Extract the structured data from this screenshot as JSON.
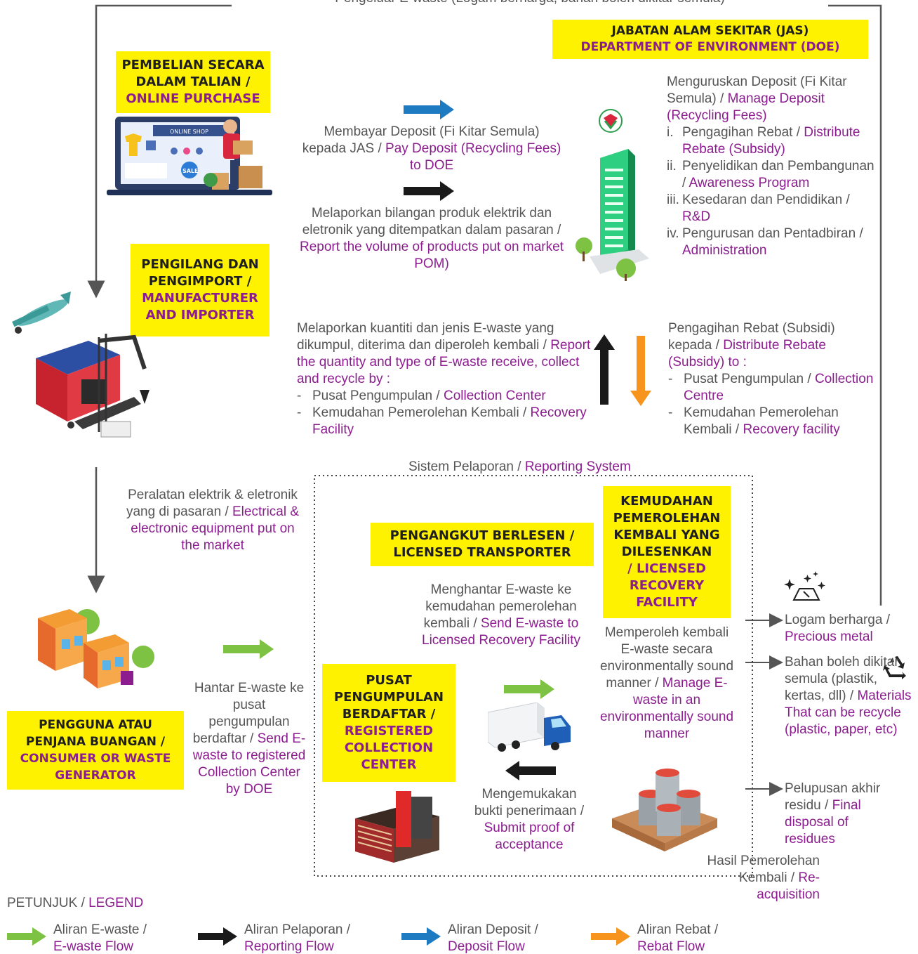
{
  "colors": {
    "yellow": "#fff200",
    "purple": "#8b1d8f",
    "green": "#7dc242",
    "black": "#1a1a1a",
    "blue": "#1f7bc1",
    "orange": "#f7941d",
    "gray_line": "#555555"
  },
  "top_caption": "Pengeluar E-waste (Logam berharga, bahan boleh dikitar semula)",
  "doe": {
    "title_ms": "JABATAN ALAM SEKITAR (JAS)",
    "title_en": "DEPARTMENT OF ENVIRONMENT (DOE)",
    "manage_ms": "Menguruskan Deposit (Fi Kitar Semula) /",
    "manage_en": "Manage Deposit (Recycling Fees)",
    "items": [
      {
        "num": "i.",
        "ms": "Pengagihan Rebat /",
        "en": "Distribute Rebate (Subsidy)"
      },
      {
        "num": "ii.",
        "ms": "Penyelidikan dan Pembangunan /",
        "en": "Awareness Program"
      },
      {
        "num": "iii.",
        "ms": "Kesedaran dan Pendidikan /",
        "en": "R&D"
      },
      {
        "num": "iv.",
        "ms": "Pengurusan dan Pentadbiran /",
        "en": "Administration"
      }
    ],
    "icon": "doe-logo-icon"
  },
  "online": {
    "title_ms": "PEMBELIAN SECARA DALAM TALIAN /",
    "title_en": "ONLINE PURCHASE",
    "shop_label": "ONLINE SHOP",
    "sale_label": "SALE"
  },
  "pay_deposit": {
    "ms": "Membayar Deposit (Fi Kitar Semula) kepada JAS /",
    "en": "Pay Deposit (Recycling Fees) to DOE"
  },
  "report_pom": {
    "ms": "Melaporkan bilangan produk elektrik dan eletronik yang ditempatkan dalam pasaran /",
    "en": "Report the volume of products put on market POM)"
  },
  "manufacturer": {
    "title_ms": "PENGILANG DAN PENGIMPORT /",
    "title_en": "MANUFACTURER AND IMPORTER"
  },
  "report_ewaste": {
    "ms": "Melaporkan kuantiti dan jenis E-waste yang dikumpul, diterima dan diperoleh kembali /",
    "en": "Report the quantity and type of E-waste receive, collect and recycle by :",
    "items": [
      {
        "ms": "Pusat Pengumpulan /",
        "en": "Collection Center"
      },
      {
        "ms": "Kemudahan Pemerolehan Kembali /",
        "en": "Recovery Facility"
      }
    ]
  },
  "rebate": {
    "ms": "Pengagihan Rebat (Subsidi) kepada /",
    "en": "Distribute Rebate (Subsidy) to :",
    "items": [
      {
        "ms": "Pusat Pengumpulan /",
        "en": "Collection Centre"
      },
      {
        "ms": "Kemudahan Pemerolehan Kembali /",
        "en": "Recovery facility"
      }
    ]
  },
  "reporting_system": {
    "ms": "Sistem Pelaporan /",
    "en": "Reporting System"
  },
  "equipment": {
    "ms": "Peralatan elektrik & eletronik yang di pasaran /",
    "en": "Electrical & electronic equipment put on the market"
  },
  "transporter": {
    "title_ms": "PENGANGKUT BERLESEN /",
    "title_en": "LICENSED TRANSPORTER"
  },
  "recovery": {
    "title_ms": "KEMUDAHAN PEMEROLEHAN KEMBALI YANG DILESENKAN",
    "title_en": "/ LICENSED RECOVERY FACILITY"
  },
  "send_recovery": {
    "ms": "Menghantar E-waste ke kemudahan pemerolehan kembali /",
    "en": "Send E-waste to Licensed Recovery Facility"
  },
  "manage_env": {
    "ms": "Memperoleh kembali E-waste secara environmentally sound manner /",
    "en": "Manage E-waste in an environmentally sound manner"
  },
  "consumer": {
    "title_ms": "PENGGUNA ATAU PENJANA BUANGAN /",
    "title_en": "CONSUMER OR WASTE GENERATOR"
  },
  "send_collection": {
    "ms": "Hantar E-waste ke pusat pengumpulan berdaftar /",
    "en": "Send E-waste to registered Collection Center by DOE"
  },
  "collection": {
    "title_ms": "PUSAT PENGUMPULAN BERDAFTAR /",
    "title_en": "REGISTERED COLLECTION CENTER"
  },
  "proof": {
    "ms": "Mengemukakan bukti penerimaan /",
    "en": "Submit proof of acceptance"
  },
  "outputs": {
    "precious": {
      "ms": "Logam berharga /",
      "en": "Precious metal"
    },
    "recyclable": {
      "ms": "Bahan boleh dikitar semula (plastik, kertas, dll) /",
      "en": "Materials That can be recycle (plastic, paper, etc)"
    },
    "disposal": {
      "ms": "Pelupusan akhir residu /",
      "en": "Final disposal of residues"
    }
  },
  "reacquisition": {
    "ms": "Hasil Pemerolehan Kembali /",
    "en": "Re-acquisition"
  },
  "legend": {
    "title_ms": "PETUNJUK /",
    "title_en": "LEGEND",
    "items": [
      {
        "ms": "Aliran E-waste /",
        "en": "E-waste Flow",
        "color": "#7dc242"
      },
      {
        "ms": "Aliran Pelaporan /",
        "en": "Reporting Flow",
        "color": "#1a1a1a"
      },
      {
        "ms": "Aliran Deposit /",
        "en": "Deposit Flow",
        "color": "#1f7bc1"
      },
      {
        "ms": "Aliran Rebat /",
        "en": "Rebat Flow",
        "color": "#f7941d"
      }
    ]
  }
}
